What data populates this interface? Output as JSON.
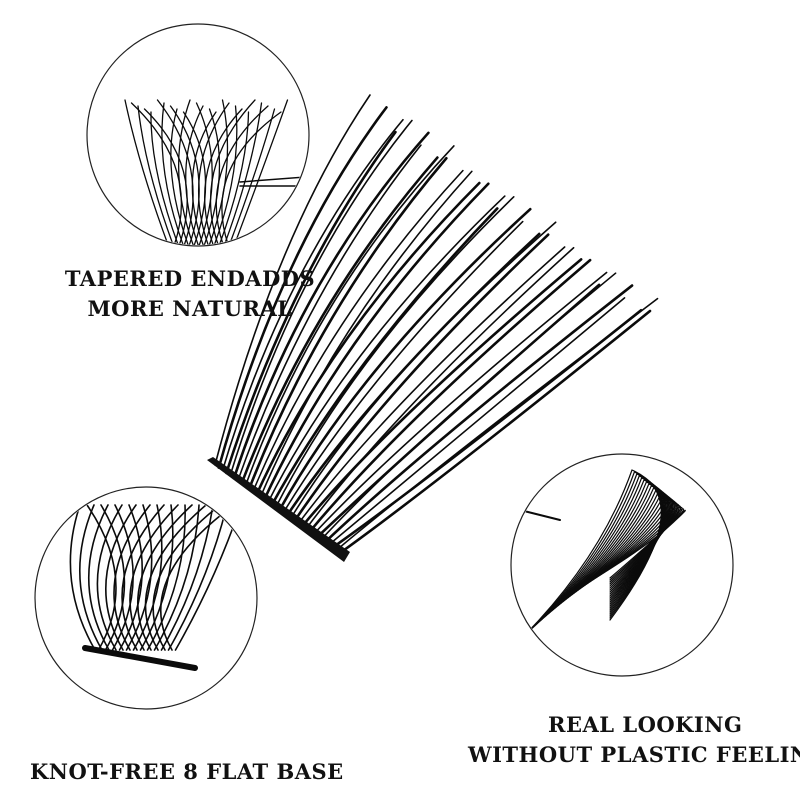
{
  "captions": {
    "tapered_line1": "TAPERED ENDADDS",
    "tapered_line2": "MORE NATURAL",
    "knot_free": "KNOT-FREE 8 FLAT BASE",
    "real_line1": "REAL LOOKING",
    "real_line2": "WITHOUT PLASTIC FEELING"
  },
  "colors": {
    "lash": "#0b0b0b",
    "circle": "#222222",
    "background": "#ffffff"
  }
}
